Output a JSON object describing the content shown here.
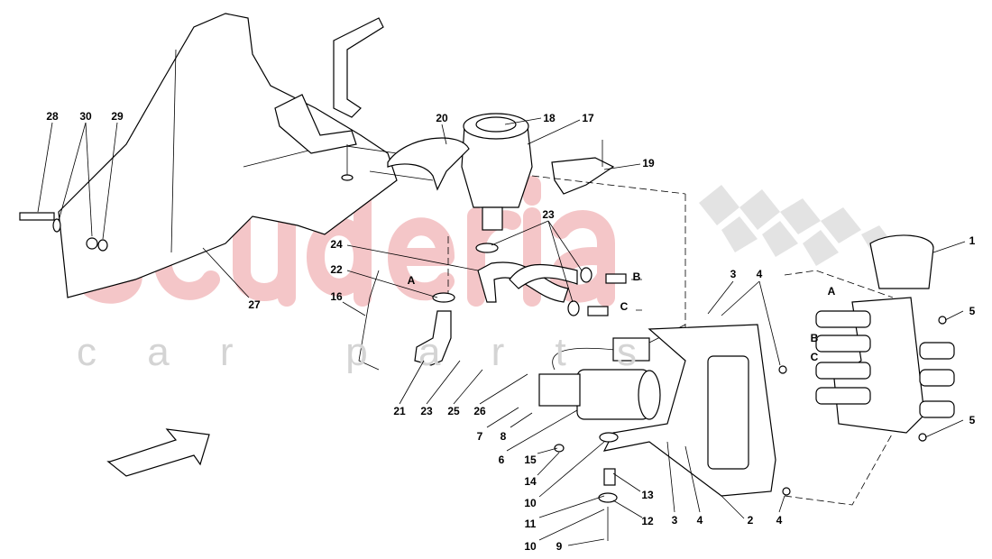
{
  "watermark": {
    "brand": "scuderia",
    "sub": "c a r   p a r t s",
    "brand_color": "#f4c6c8"
  },
  "flow_letters": {
    "a_left": "A",
    "b_mid": "B",
    "c_mid": "C",
    "a_right": "A",
    "b_right": "B",
    "c_right": "C"
  },
  "callouts": {
    "c28": "28",
    "c30": "30",
    "c29": "29",
    "c20": "20",
    "c18": "18",
    "c17": "17",
    "c19": "19",
    "c1": "1",
    "c23a": "23",
    "c24": "24",
    "c22": "22",
    "c16": "16",
    "c3a": "3",
    "c4a": "4",
    "c5a": "5",
    "c27": "27",
    "c21": "21",
    "c23b": "23",
    "c25": "25",
    "c26": "26",
    "c7": "7",
    "c8": "8",
    "c6": "6",
    "c15": "15",
    "c14": "14",
    "c10a": "10",
    "c13": "13",
    "c11": "11",
    "c12": "12",
    "c10b": "10",
    "c9": "9",
    "c3b": "3",
    "c4b": "4",
    "c2": "2",
    "c4c": "4",
    "c5b": "5"
  }
}
